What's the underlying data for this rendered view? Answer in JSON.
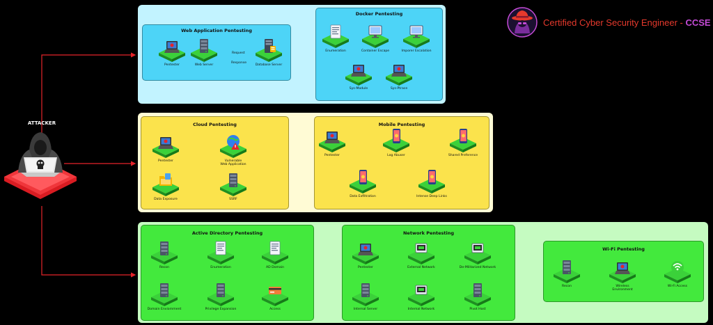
{
  "brand": {
    "title": "Certified Cyber Security Engineer - ",
    "acronym": "CCSE"
  },
  "attacker": {
    "label": "ATTACKER"
  },
  "panels": {
    "web": {
      "title": "Web Application Pentesting",
      "nodes": [
        "Pentester",
        "Web Server",
        "Database Server"
      ],
      "request": "Request",
      "response": "Response"
    },
    "docker": {
      "title": "Docker Pentesting",
      "nodes": [
        "Enumeration",
        "Container Escape",
        "Imporer Escalation",
        "Sys-Module",
        "Sys-Ptrace"
      ]
    },
    "cloud": {
      "title": "Cloud Pentesting",
      "nodes": [
        "Pentester",
        "Vulnerable\nWeb Application",
        "Data Exposure",
        "SSRF"
      ]
    },
    "mobile": {
      "title": "Mobile Pentesting",
      "nodes": [
        "Pentester",
        "Log Abuser",
        "Shared Preference",
        "Data Exfiltration",
        "Intense Deep Links"
      ]
    },
    "ad": {
      "title": "Active Directory Pentesting",
      "nodes": [
        "Recon",
        "Enumeration",
        "AD Domain",
        "Domain Enviornment",
        "Privilege Expansion",
        "Access"
      ]
    },
    "network": {
      "title": "Network Pentesting",
      "nodes": [
        "Pentester",
        "External Network",
        "De-Militarized Network",
        "Internal Server",
        "Internal Network",
        "Pivot Host"
      ]
    },
    "wifi": {
      "title": "Wi-Fi Pentesting",
      "nodes": [
        "Recon",
        "Wireless\nEnvironment",
        "Wi-Fi Access"
      ]
    }
  },
  "colors": {
    "red": "#e5242a",
    "cyan": "#4dd4f7",
    "cyan_band": "#c2f3ff",
    "yellow": "#fbe34c",
    "yellow_band": "#fffbd5",
    "green": "#43e93d",
    "green_band": "#c5fbc1",
    "tile": "#3bd13a"
  }
}
